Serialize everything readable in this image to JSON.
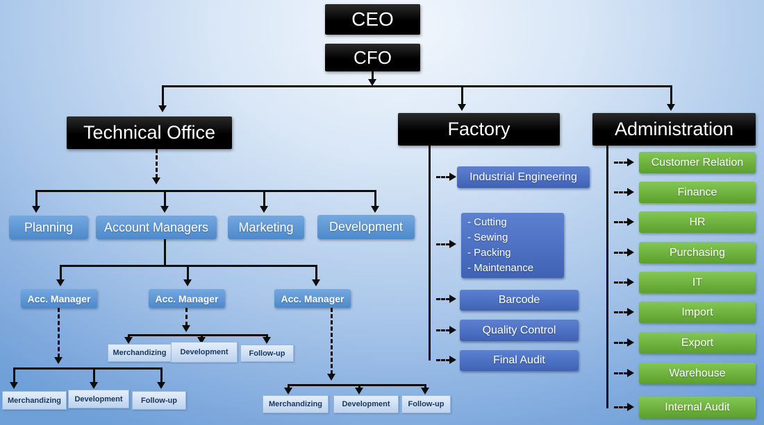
{
  "nodes": {
    "ceo": "CEO",
    "cfo": "CFO",
    "technical_office": "Technical Office",
    "factory": "Factory",
    "administration": "Administration"
  },
  "technical_office": {
    "departments": [
      "Planning",
      "Account Managers",
      "Marketing",
      "Development"
    ],
    "acc_managers": [
      "Acc. Manager",
      "Acc. Manager",
      "Acc. Manager"
    ],
    "teams": [
      [
        "Merchandizing",
        "Development",
        "Follow-up"
      ],
      [
        "Merchandizing",
        "Development",
        "Follow-up"
      ],
      [
        "Merchandizing",
        "Development",
        "Follow-up"
      ]
    ]
  },
  "factory": {
    "units": [
      "Industrial Engineering",
      "Barcode",
      "Quality Control",
      "Final Audit"
    ],
    "production_lines": [
      "- Cutting",
      "- Sewing",
      "- Packing",
      "- Maintenance"
    ]
  },
  "administration": {
    "departments": [
      "Customer Relation",
      "Finance",
      "HR",
      "Purchasing",
      "IT",
      "Import",
      "Export",
      "Warehouse",
      "Internal Audit"
    ]
  },
  "colors": {
    "executive_box": "#000000",
    "department_box_blue": "#5b95d5",
    "factory_box_blue": "#4467b8",
    "admin_box_green": "#69b03c",
    "team_box": "#cfe0f2",
    "team_text": "#17365d",
    "connector": "#0d0d0d"
  }
}
